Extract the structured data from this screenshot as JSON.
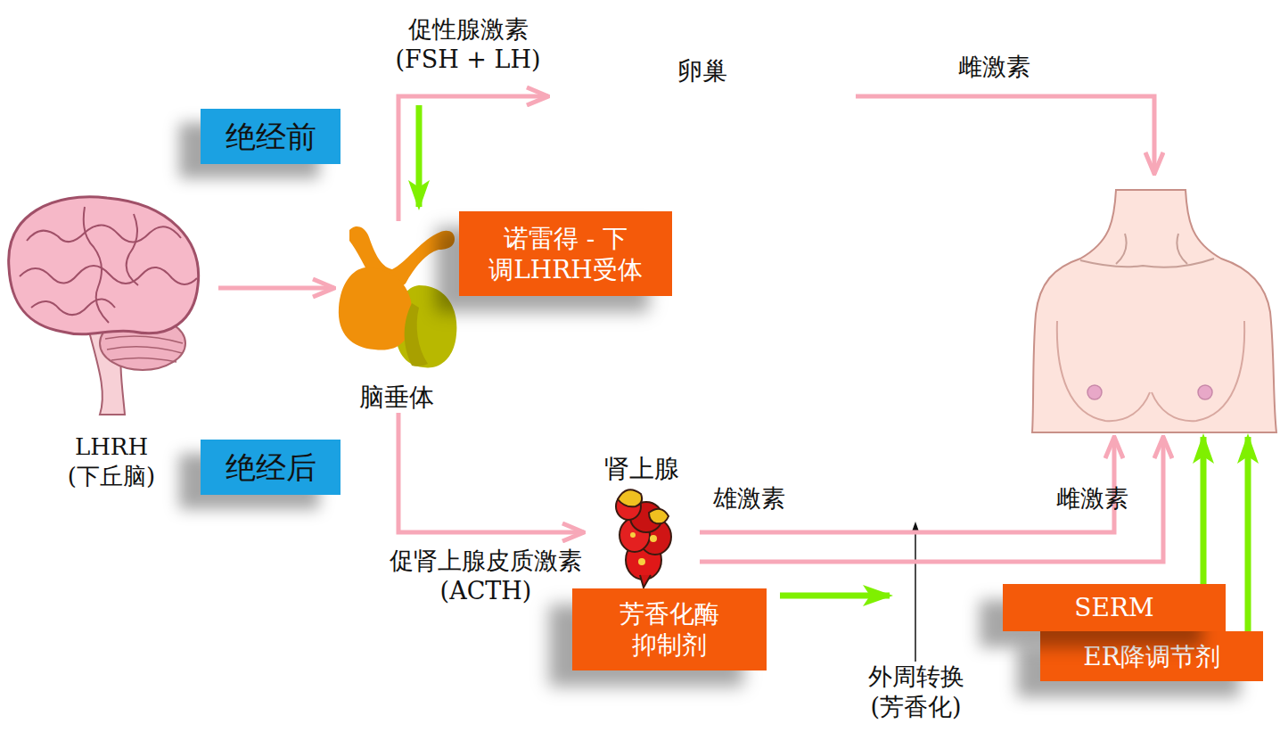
{
  "diagram": {
    "nodes": [
      {
        "text": [
          "绝经前"
        ]
      },
      {
        "text": [
          "LHRH (下丘脑)"
        ]
      },
      {
        "text": [
          "脑垂体"
        ]
      },
      {
        "text": [
          "诺雷得 - 下 调LHRH受体"
        ]
      },
      {
        "text": [
          "卵巢"
        ]
      },
      {
        "text": []
      },
      {
        "text": [
          "绝经后"
        ]
      },
      {
        "text": [
          "肾上腺"
        ]
      },
      {
        "text": [
          "芳香化酶 抑制剂"
        ]
      },
      {
        "text": [
          "SERM"
        ]
      },
      {
        "text": [
          "ER降调节剂"
        ]
      }
    ],
    "edges": [
      {
        "from": 1,
        "to": 2,
        "arrow": "to"
      },
      {
        "from": 2,
        "to": 4,
        "label": "促性腺激素 (FSH + LH)",
        "arrow": "to"
      },
      {
        "from": 4,
        "to": 5,
        "label": "雌激素",
        "arrow": "to"
      },
      {
        "from": 2,
        "to": 7,
        "label": "促肾上腺皮质激素 (ACTH)",
        "arrow": "to"
      },
      {
        "from": 7,
        "to": 5,
        "label": "雄激素",
        "arrow": "to"
      },
      {
        "from": 7,
        "to": 5,
        "arrow": "to"
      },
      {
        "from": 9,
        "to": 5,
        "arrow": "to"
      },
      {
        "from": 10,
        "to": 5,
        "arrow": "to"
      }
    ],
    "labels": [
      "雌激素",
      "外周转换 (芳香化)"
    ]
  }
}
